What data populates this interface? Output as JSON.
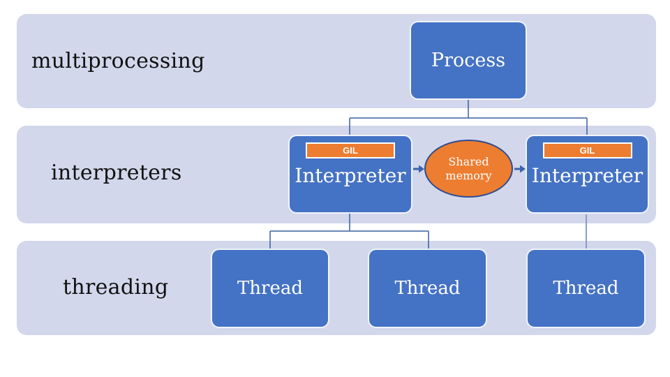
{
  "bands": [
    {
      "label": "multiprocessing"
    },
    {
      "label": "interpreters"
    },
    {
      "label": "threading"
    }
  ],
  "nodes": {
    "process": {
      "label": "Process"
    },
    "interpreter_left": {
      "label": "Interpreter",
      "badge": "GIL"
    },
    "interpreter_right": {
      "label": "Interpreter",
      "badge": "GIL"
    },
    "shared_memory": {
      "label": "Shared memory"
    },
    "threads": [
      {
        "label": "Thread"
      },
      {
        "label": "Thread"
      },
      {
        "label": "Thread"
      }
    ]
  },
  "colors": {
    "band_fill": "#d2d7eb",
    "node_fill": "#4472c4",
    "accent_orange": "#ed7d31",
    "ellipse_border": "#2e4c8e",
    "connector_navy": "#3a5fa0",
    "connector_light": "#8b9ac9",
    "arrow_blue": "#3c63ad",
    "text_dark": "#111111",
    "text_light": "#ffffff"
  }
}
